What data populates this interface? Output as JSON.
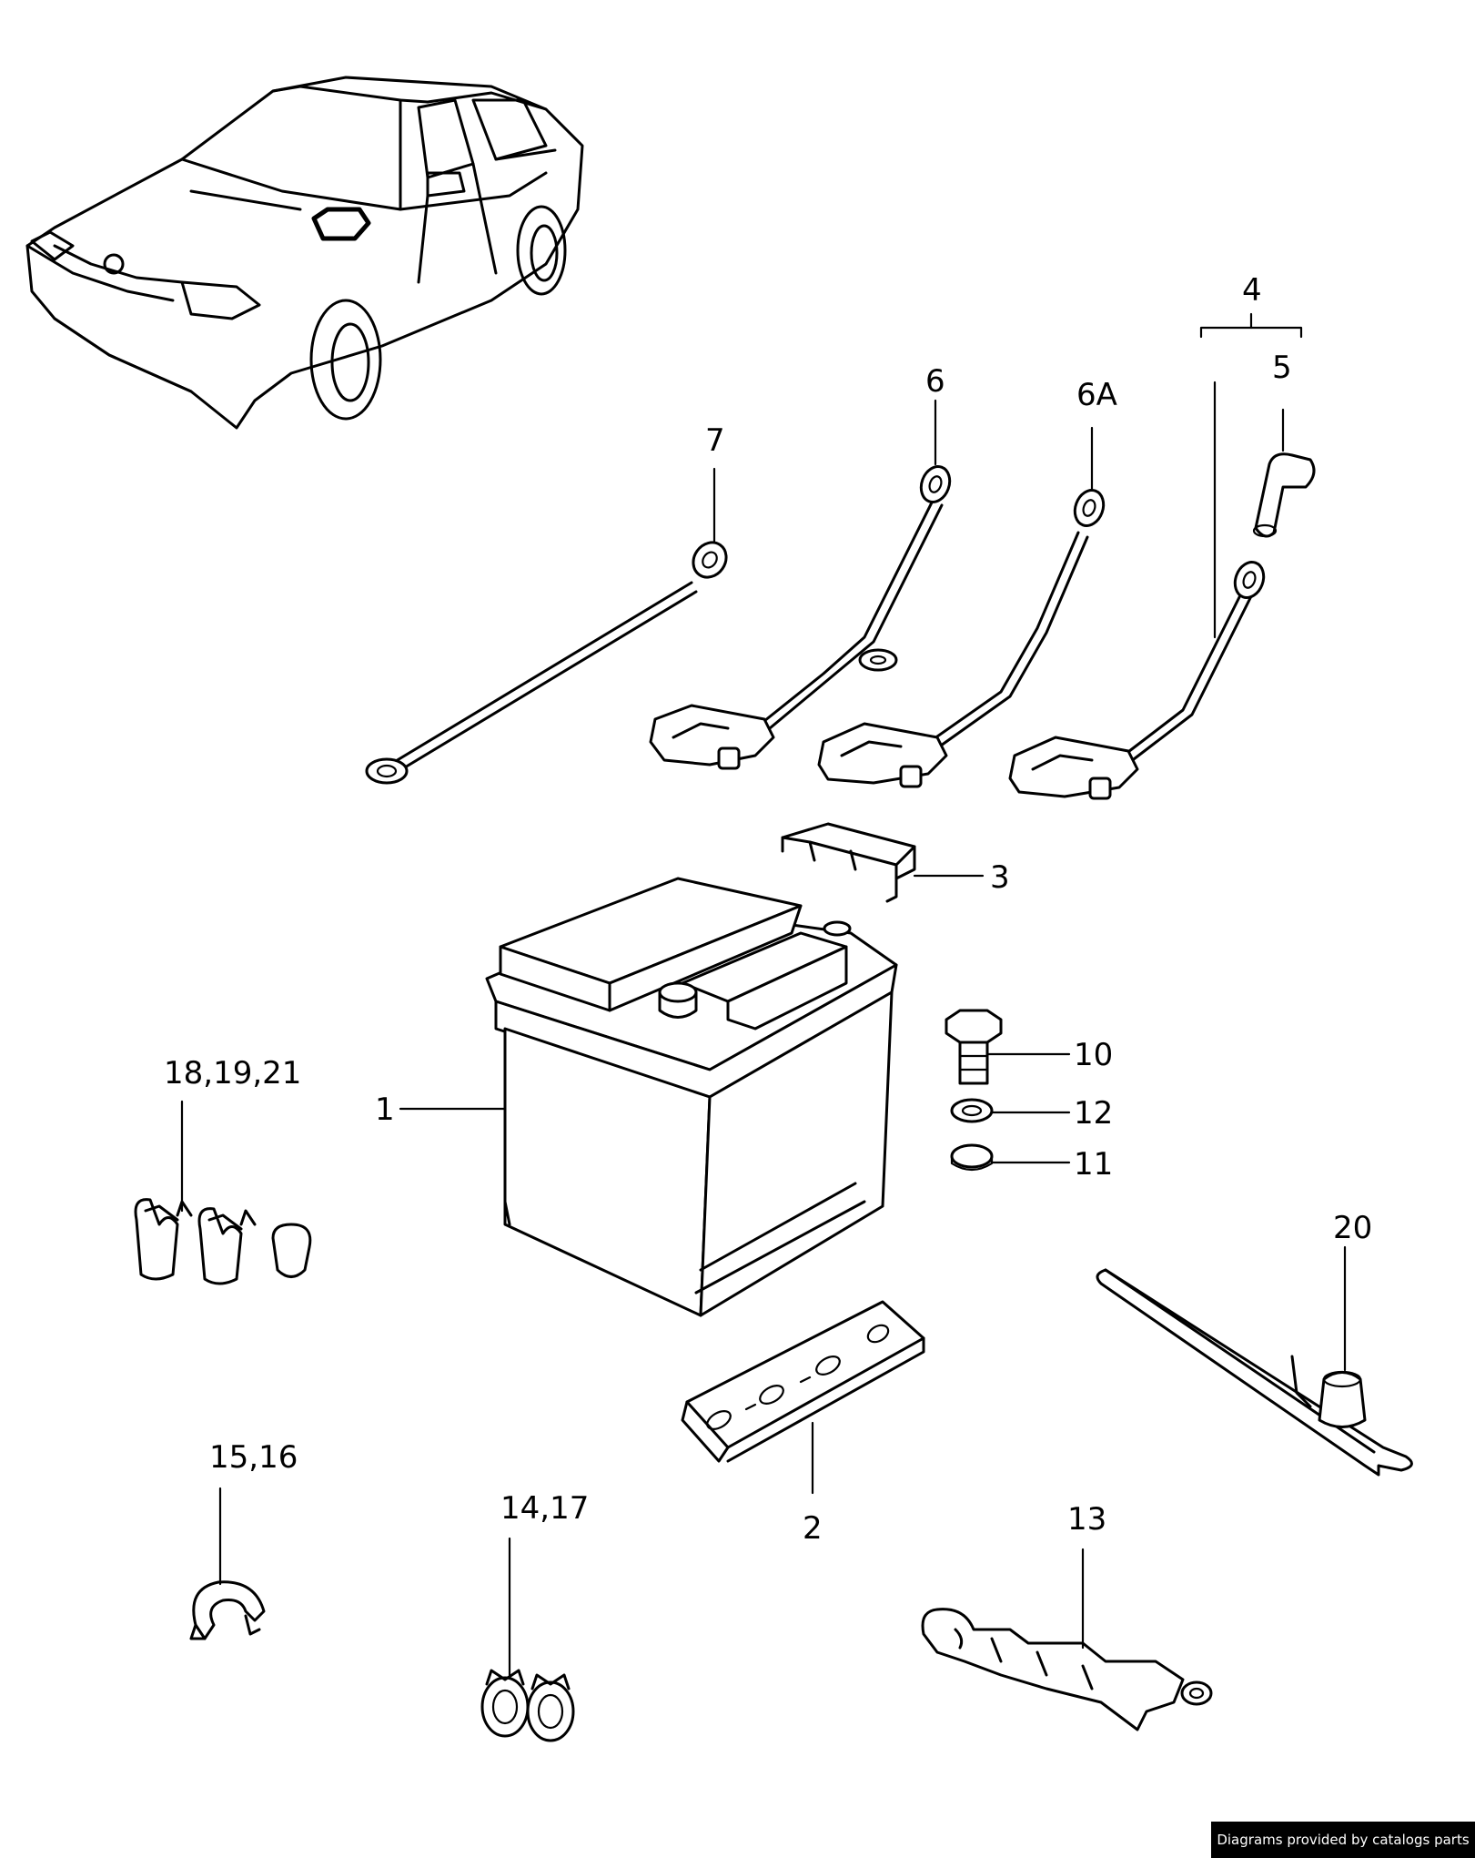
{
  "labels": {
    "l1": "1",
    "l2": "2",
    "l3": "3",
    "l4": "4",
    "l5": "5",
    "l6": "6",
    "l6a": "6A",
    "l7": "7",
    "l10": "10",
    "l11": "11",
    "l12": "12",
    "l13": "13",
    "l14_17": "14,17",
    "l15_16": "15,16",
    "l18_19_21": "18,19,21",
    "l20": "20"
  },
  "credit": "Diagrams provided by catalogs parts"
}
